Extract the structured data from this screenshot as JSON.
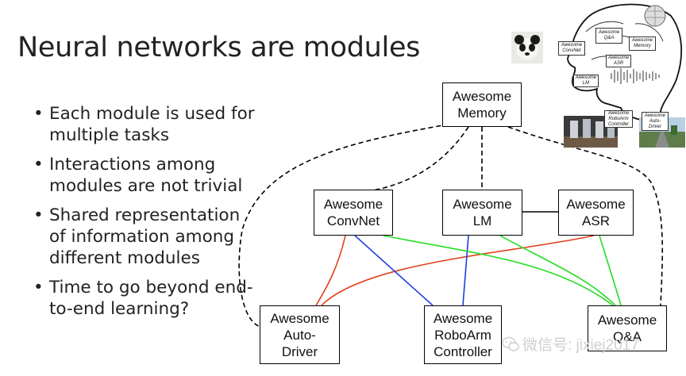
{
  "slide": {
    "title": "Neural networks are modules",
    "bullets": [
      "Each module is used for multiple tasks",
      "Interactions among modules are not trivial",
      "Shared representation of information among different modules",
      "Time to go beyond end-to-end learning?"
    ]
  },
  "diagram": {
    "nodes": {
      "memory": [
        "Awesome",
        "Memory"
      ],
      "convnet": [
        "Awesome",
        "ConvNet"
      ],
      "lm": [
        "Awesome",
        "LM"
      ],
      "asr": [
        "Awesome",
        "ASR"
      ],
      "autodriver": [
        "Awesome",
        "Auto-",
        "Driver"
      ],
      "roboarm": [
        "Awesome",
        "RoboArm",
        "Controller"
      ],
      "qa": [
        "Awesome",
        "Q&A"
      ]
    },
    "edge_colors": {
      "dashed": "#000000",
      "solid": "#000000",
      "red": "#e0401a",
      "blue": "#1d40e0",
      "green": "#22dd22"
    }
  },
  "brain_illustration": {
    "nodes": {
      "qa": [
        "Awesome",
        "Q&A"
      ],
      "convnet": [
        "Awesome",
        "ConvNet"
      ],
      "memory": [
        "Awesome",
        "Memory"
      ],
      "asr": [
        "Awesome",
        "ASR"
      ],
      "lm": [
        "Awesome",
        "LM"
      ],
      "roboarm": [
        "Awesome",
        "RoboArm",
        "Controller"
      ],
      "autodriver": [
        "Awesome",
        "Auto-",
        "Driver"
      ]
    }
  },
  "watermark": {
    "text": "微信号: jixiej2017"
  }
}
